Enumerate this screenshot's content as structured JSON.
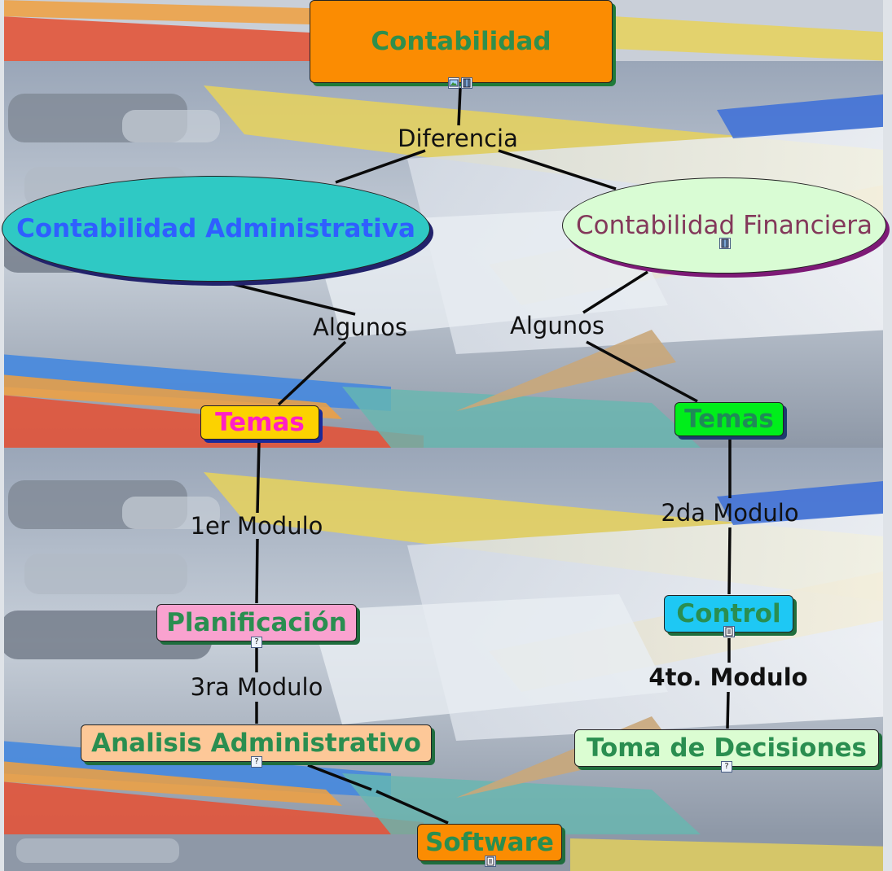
{
  "nodes": {
    "contabilidad": "Contabilidad",
    "administrativa": "Contabilidad Administrativa",
    "financiera": "Contabilidad Financiera",
    "temas_admin": "Temas",
    "temas_fin": "Temas",
    "planificacion": "Planificación",
    "control": "Control",
    "analisis": "Analisis Administrativo",
    "toma_decisiones": "Toma de Decisiones",
    "software": "Software"
  },
  "links": {
    "diferencia": "Diferencia",
    "algunos_admin": "Algunos",
    "algunos_fin": "Algunos",
    "modulo_1": "1er Modulo",
    "modulo_2": "2da Modulo",
    "modulo_3": "3ra Modulo",
    "modulo_4": "4to. Modulo"
  },
  "resource_icons": {
    "contabilidad": [
      "image-icon",
      "film-icon"
    ],
    "financiera": [
      "film-icon"
    ],
    "planificacion": [
      "help-icon"
    ],
    "control": [
      "document-icon"
    ],
    "analisis": [
      "help-icon"
    ],
    "toma_decisiones": [
      "help-icon"
    ],
    "software": [
      "document-icon"
    ]
  },
  "colors": {
    "contabilidad": "#fb8c02",
    "administrativa": "#2fc9c4",
    "financiera": "#d9fcd4",
    "temas_admin": "#fcd200",
    "temas_fin": "#00ee1b",
    "planificacion": "#f9a2cf",
    "control": "#1ec8f4",
    "analisis": "#fdc898",
    "toma_decisiones": "#dbfdd2",
    "software": "#fb8c02"
  }
}
